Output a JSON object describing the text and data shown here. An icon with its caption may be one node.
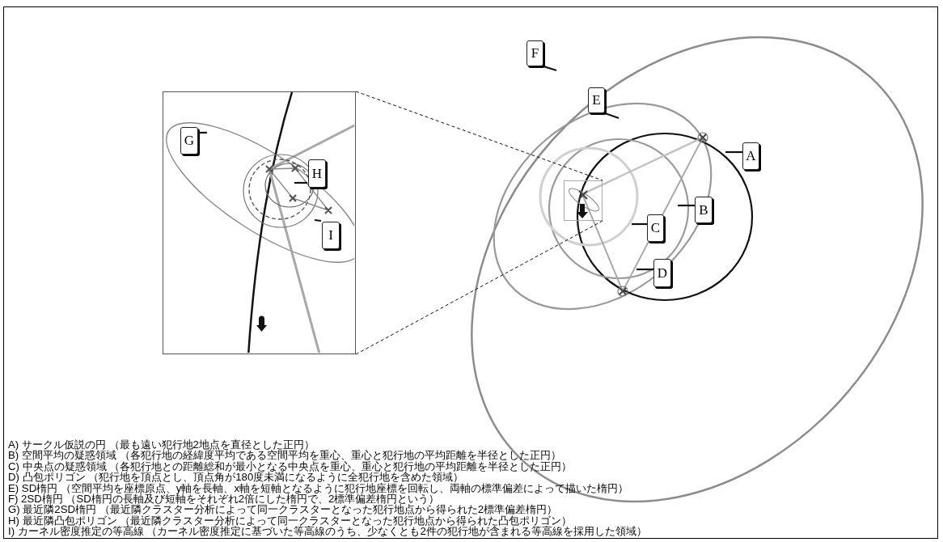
{
  "diagram": {
    "nodes": [
      {
        "text": [],
        "shape": "box"
      },
      {
        "text": [
          "G"
        ],
        "in": 0
      },
      {
        "text": [
          "H"
        ],
        "in": 0
      },
      {
        "text": [
          "I"
        ],
        "in": 0
      },
      {
        "text": [],
        "shape": "box"
      },
      {
        "text": [
          "F"
        ]
      },
      {
        "text": [
          "E"
        ]
      },
      {
        "text": [
          "A"
        ]
      },
      {
        "text": [
          "B"
        ]
      },
      {
        "text": [
          "C"
        ]
      },
      {
        "text": [
          "D"
        ]
      }
    ],
    "edges": [
      {
        "from": 0,
        "to": 4,
        "arrow": "none",
        "style": "dashed"
      },
      {
        "from": 0,
        "to": 4,
        "arrow": "none",
        "style": "dashed"
      },
      {
        "from": 1,
        "to": null,
        "arrow": "none"
      },
      {
        "from": 2,
        "to": null,
        "arrow": "none"
      },
      {
        "from": 3,
        "to": null,
        "arrow": "none"
      },
      {
        "from": 5,
        "to": null,
        "arrow": "none"
      },
      {
        "from": 6,
        "to": null,
        "arrow": "none"
      },
      {
        "from": 7,
        "to": null,
        "arrow": "none"
      },
      {
        "from": 8,
        "to": null,
        "arrow": "none"
      },
      {
        "from": 9,
        "to": null,
        "arrow": "none"
      },
      {
        "from": 10,
        "to": null,
        "arrow": "none"
      }
    ],
    "labels": [
      "A) サークル仮説の円 （最も遠い犯行地2地点を直径とした正円）",
      "B) 空間平均の疑惑領域 （各犯行地の経緯度平均である空間平均を重心、重心と犯行地の平均距離を半径とした正円）",
      "C) 中央点の疑惑領域 （各犯行地との距離総和が最小となる中央点を重心、重心と犯行地の平均距離を半径とした正円）",
      "D) 凸包ポリゴン （犯行地を頂点とし、頂点角が180度未満になるように全犯行地を含めた領域）",
      "E) SD楕円 （空間平均を座標原点、y軸を長軸、x軸を短軸となるように犯行地座標を回転し、両軸の標準偏差によって描いた楕円）",
      "F) 2SD楕円 （SD楕円の長軸及び短軸をそれぞれ2倍にした楕円で、2標準偏差楕円という）",
      "G) 最近隣2SD楕円 （最近隣クラスター分析によって同一クラスターとなった犯行地点から得られた2標準偏差楕円）",
      "H) 最近隣凸包ポリゴン （最近隣クラスター分析によって同一クラスターとなった犯行地点から得られた凸包ポリゴン）",
      "I) カーネル密度推定の等高線 （カーネル密度推定に基づいた等高線のうち、少なくとも2件の犯行地が含まれる等高線を採用した領域）"
    ]
  }
}
